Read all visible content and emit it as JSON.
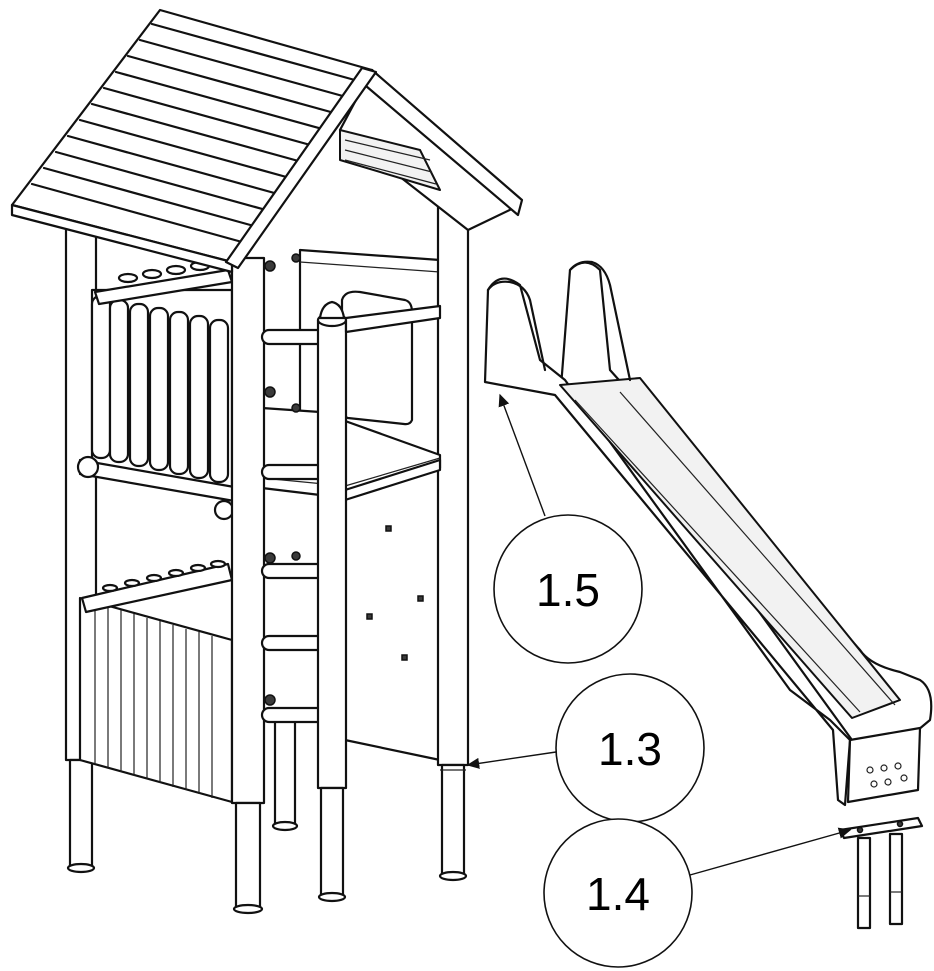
{
  "callouts": [
    {
      "id": "c15",
      "label": "1.5"
    },
    {
      "id": "c13",
      "label": "1.3"
    },
    {
      "id": "c14",
      "label": "1.4"
    }
  ]
}
